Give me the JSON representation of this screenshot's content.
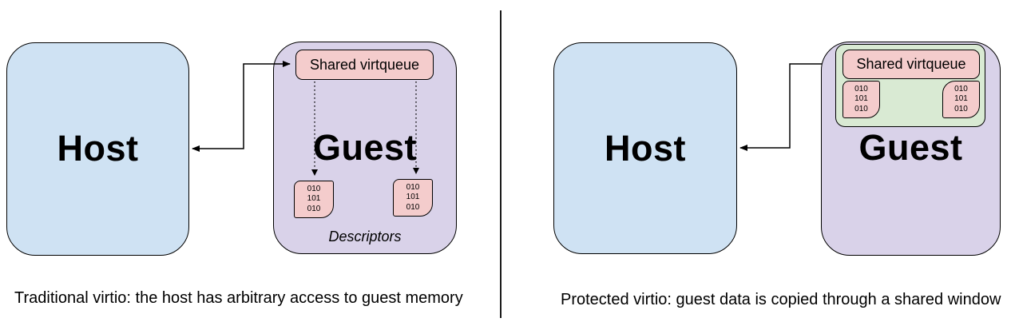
{
  "colors": {
    "host_fill": "#cfe2f3",
    "guest_fill": "#d9d2e9",
    "queue_fill": "#f4cccc",
    "window_fill": "#d9ead3",
    "stroke": "#000000"
  },
  "binary_pattern": [
    "010",
    "101",
    "010"
  ],
  "left_panel": {
    "host_label": "Host",
    "guest_label": "Guest",
    "virtqueue_label": "Shared virtqueue",
    "descriptors_label": "Descriptors",
    "caption": "Traditional virtio: the host has arbitrary access to guest memory"
  },
  "right_panel": {
    "host_label": "Host",
    "guest_label": "Guest",
    "virtqueue_label": "Shared virtqueue",
    "caption": "Protected virtio: guest data is copied through a shared window"
  }
}
